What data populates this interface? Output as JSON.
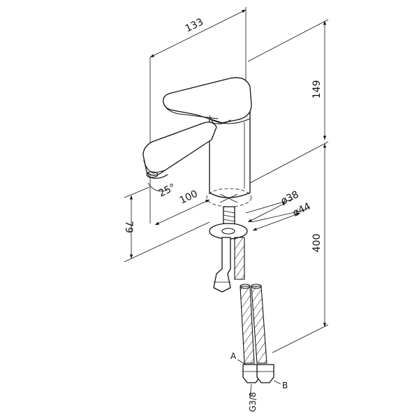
{
  "dimensions": {
    "width_top": "133",
    "height_upper": "149",
    "height_lower": "400",
    "spout_reach": "100",
    "spout_height": "79",
    "angle": "25°",
    "dia_inner": "ø38",
    "dia_outer": "ø44"
  },
  "labels": {
    "hose_a": "A",
    "hose_b": "B",
    "thread": "G3/8"
  }
}
